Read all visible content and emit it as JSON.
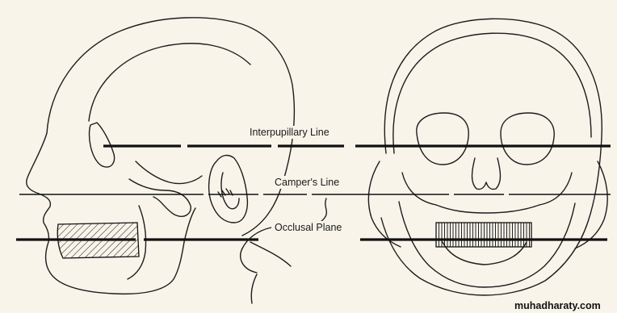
{
  "diagram": {
    "labels": {
      "interpupillary": "Interpupillary Line",
      "campers": "Camper's Line",
      "occlusal": "Occlusal Plane"
    },
    "watermark": "muhadharaty.com"
  },
  "colors": {
    "background": "#f8f4ea",
    "ink": "#111111"
  }
}
